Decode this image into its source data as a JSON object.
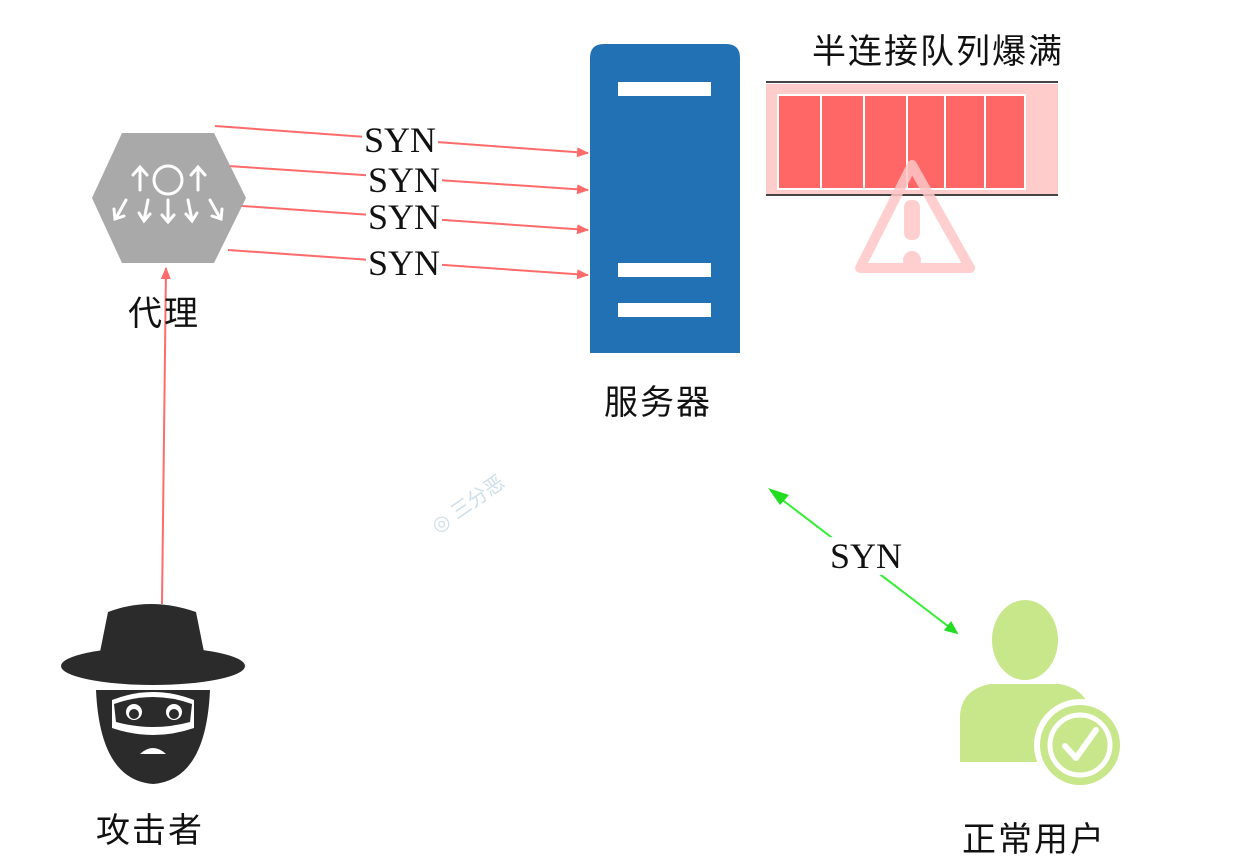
{
  "labels": {
    "proxy": "代理",
    "server": "服务器",
    "attacker": "攻击者",
    "normal_user": "正常用户",
    "queue_full": "半连接队列爆满"
  },
  "messages": {
    "attack_syn": [
      "SYN",
      "SYN",
      "SYN",
      "SYN"
    ],
    "user_syn": "SYN"
  },
  "watermark": "三分恶",
  "colors": {
    "attack_arrow": "#ff6b6b",
    "user_arrow": "#33ee33",
    "server": "#2271b5",
    "queue_cell": "#ff6666",
    "queue_bg": "#ffcccc",
    "proxy": "#a8a8a8",
    "user": "#c8e68a",
    "attacker": "#2b2b2b"
  },
  "icons": [
    "proxy-icon",
    "server-icon",
    "warning-icon",
    "attacker-icon",
    "user-check-icon"
  ]
}
